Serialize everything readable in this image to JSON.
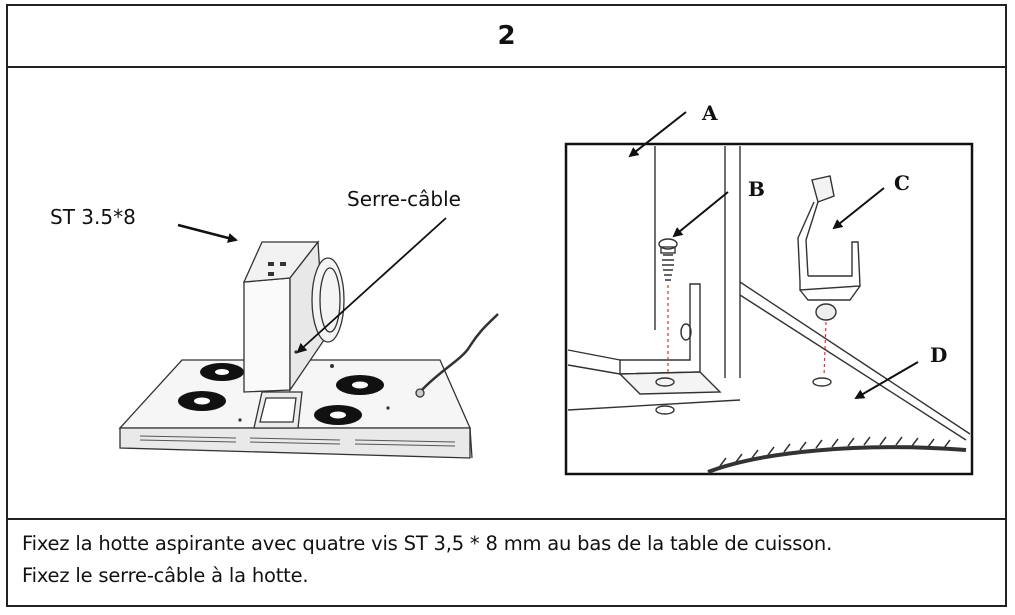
{
  "step": {
    "number": "2"
  },
  "left_figure": {
    "screw_label": "ST 3.5*8",
    "clamp_label": "Serre-câble"
  },
  "right_figure": {
    "label_a": "A",
    "label_b": "B",
    "label_c": "C",
    "label_d": "D"
  },
  "caption": {
    "line1": "Fixez la hotte aspirante avec quatre vis ST 3,5 * 8 mm au bas de la table de cuisson.",
    "line2": "Fixez le serre-câble à la hotte."
  }
}
